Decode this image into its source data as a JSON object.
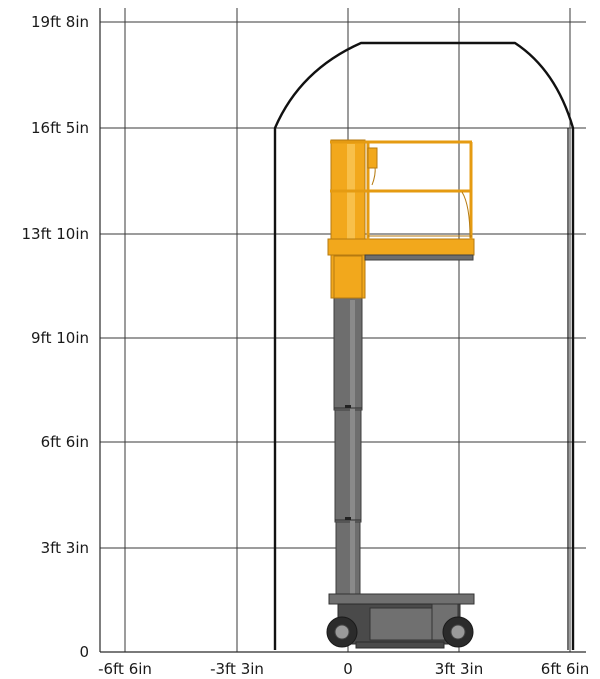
{
  "chart": {
    "x_ticks": [
      "-6ft 6in",
      "-3ft 3in",
      "0",
      "3ft 3in",
      "6ft 6in"
    ],
    "y_ticks": [
      "19ft 8in",
      "16ft 5in",
      "13ft 10in",
      "9ft 10in",
      "6ft 6in",
      "3ft 3in",
      "0"
    ]
  },
  "colors": {
    "platform": "#f2a81c",
    "mast": "#6e6e6e",
    "envelope": "#111111",
    "grid": "#3a3a3a"
  }
}
